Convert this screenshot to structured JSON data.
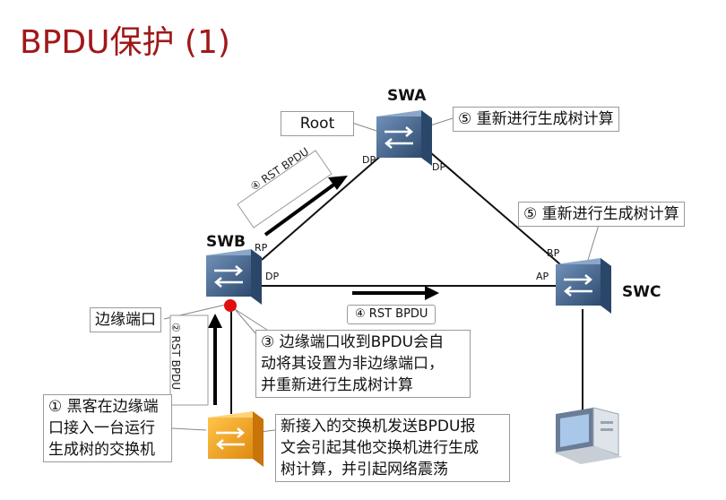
{
  "title": "BPDU保护 (1)",
  "nodes": {
    "swa": "SWA",
    "swb": "SWB",
    "swc": "SWC"
  },
  "ports": {
    "swa_left": "DP",
    "swa_right": "DP",
    "swb_top": "RP",
    "swb_right": "DP",
    "swc_top": "RP",
    "swc_left": "AP"
  },
  "callouts": {
    "root": "Root",
    "swa_recalc": "⑤ 重新进行生成树计算",
    "swc_recalc": "⑤ 重新进行生成树计算",
    "edge_port": "边缘端口",
    "rst_bpdu_4": "④ RST BPDU",
    "rst_bpdu_4_diag": "④ RST BPDU",
    "rst_bpdu_2": "② RST BPDU",
    "step3": [
      "③ 边缘端口收到BPDU会自",
      "动将其设置为非边缘端口，",
      "并重新进行生成树计算"
    ],
    "step1": [
      "① 黑客在边缘端",
      "口接入一台运行",
      "生成树的交换机"
    ],
    "effect": [
      "新接入的交换机发送BPDU报",
      "文会引起其他交换机进行生成",
      "树计算，并引起网络震荡"
    ]
  },
  "colors": {
    "title": "#a01818",
    "switch": "#3d5f86",
    "rogue_switch": "#f0a020",
    "edge_dot": "#e01010"
  }
}
